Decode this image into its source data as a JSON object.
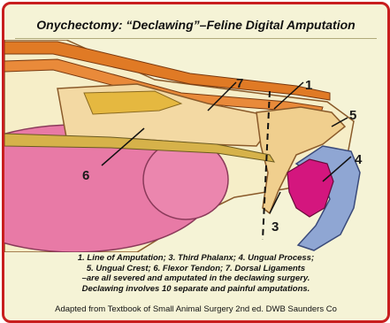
{
  "title": "Onychectomy: “Declawing”–Feline Digital Amputation",
  "diagram": {
    "labels": [
      "1",
      "3",
      "4",
      "5",
      "6",
      "7"
    ]
  },
  "caption": {
    "line1": "1. Line of Amputation; 3. Third Phalanx; 4. Ungual Process;",
    "line2": "5. Ungual Crest; 6. Flexor Tendon; 7. Dorsal Ligaments",
    "line3": "–are all severed and amputated in the declawing surgery.",
    "line4": "Declawing involves 10 separate and painful amputations."
  },
  "credit": "Adapted from Textbook of Small Animal Surgery 2nd ed. DWB Saunders Co",
  "colors": {
    "border": "#c81e1e",
    "background": "#f5f3d6",
    "pad": "#e87aa6",
    "bone": "#f3d9a3",
    "tendon": "#e07a25",
    "claw": "#8fa6d3",
    "ungual_process": "#d4167e"
  }
}
